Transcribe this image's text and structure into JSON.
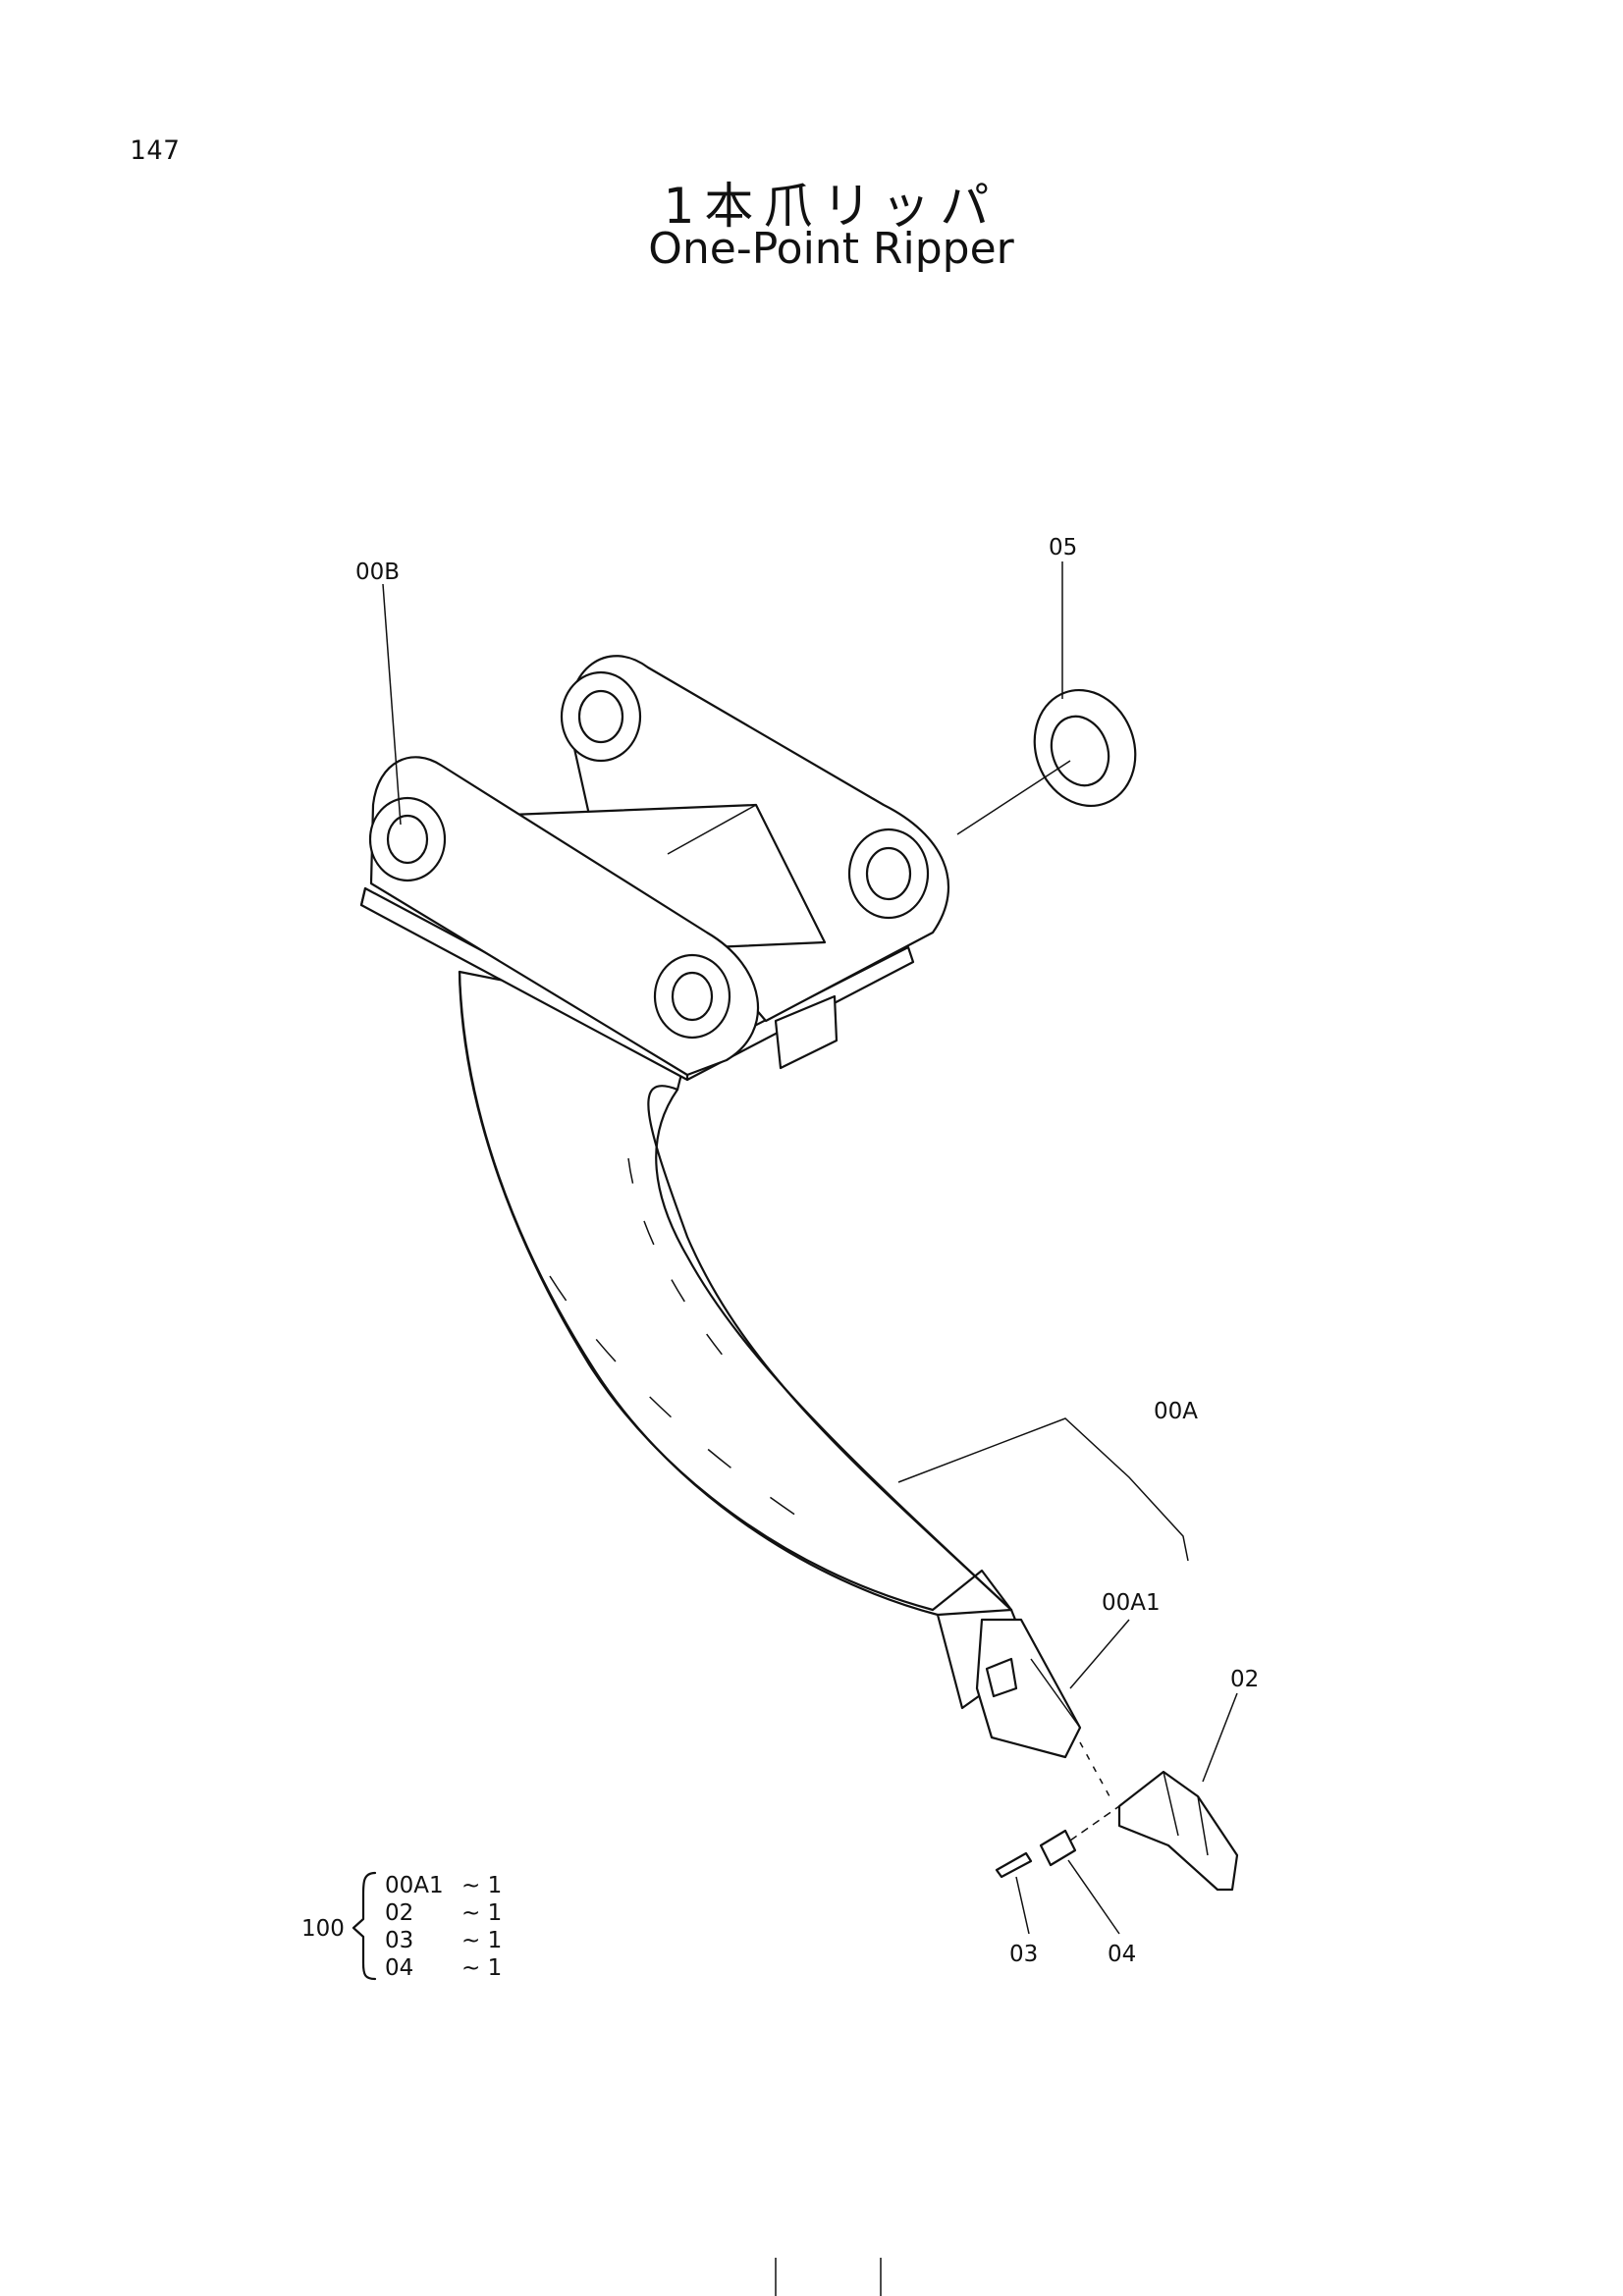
{
  "page": {
    "number": "147",
    "title_jp": "1本爪リッパ",
    "title_en": "One-Point Ripper"
  },
  "callouts": {
    "p00B": "00B",
    "p05": "05",
    "p00A": "00A",
    "p00A1": "00A1",
    "p02": "02",
    "p03": "03",
    "p04": "04"
  },
  "kit": {
    "number": "100",
    "rows": [
      {
        "part": "00A1",
        "qty": "~ 1"
      },
      {
        "part": "02",
        "qty": "~ 1"
      },
      {
        "part": "03",
        "qty": "~ 1"
      },
      {
        "part": "04",
        "qty": "~ 1"
      }
    ]
  }
}
